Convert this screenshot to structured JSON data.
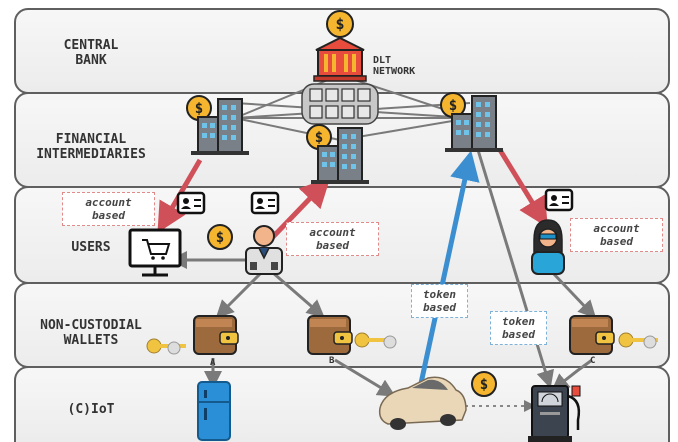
{
  "layers": [
    {
      "id": "central-bank",
      "label": "CENTRAL\nBANK"
    },
    {
      "id": "financial-intermediaries",
      "label": "FINANCIAL\nINTERMEDIARIES"
    },
    {
      "id": "users",
      "label": "USERS"
    },
    {
      "id": "wallets",
      "label": "NON-CUSTODIAL\nWALLETS"
    },
    {
      "id": "iot",
      "label": "(C)IoT"
    }
  ],
  "dlt_label": "DLT\nNETWORK",
  "notes": {
    "account_based_left": "account\nbased",
    "account_based_mid": "account\nbased",
    "account_based_right": "account\nbased",
    "token_based_1": "token\nbased",
    "token_based_2": "token\nbased"
  },
  "wallet_labels": {
    "a": "A",
    "b": "B",
    "c": "C"
  },
  "colors": {
    "account_arrow": "#d0505a",
    "token_arrow": "#3b8fd1",
    "gray_arrow": "#7a7a7a",
    "note_red": "#e08a8a",
    "note_blue": "#7fb2d9"
  },
  "icons": [
    "central-bank-icon",
    "dlt-network-icon",
    "bank-building-icon",
    "id-card-icon",
    "dollar-coin-icon",
    "shopping-terminal-icon",
    "user-man-icon",
    "user-woman-icon",
    "wallet-icon",
    "key-icon",
    "fridge-icon",
    "car-icon",
    "fuel-pump-icon"
  ]
}
